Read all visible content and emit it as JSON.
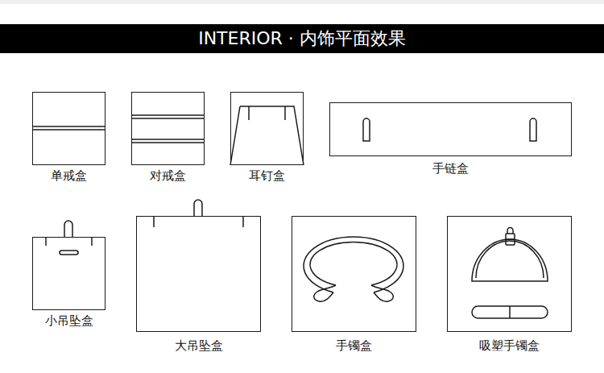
{
  "diagram": {
    "title": "INTERIOR · 内饰平面效果",
    "nodes": [
      {
        "text": [
          "单戒盒"
        ]
      },
      {
        "text": [
          "对戒盒"
        ]
      },
      {
        "text": [
          "耳钉盒"
        ]
      },
      {
        "text": [
          "手链盒"
        ]
      },
      {
        "text": [
          "小吊坠盒"
        ]
      },
      {
        "text": [
          "大吊坠盒"
        ]
      },
      {
        "text": [
          "手镯盒"
        ]
      },
      {
        "text": [
          "吸塑手镯盒"
        ]
      }
    ]
  }
}
